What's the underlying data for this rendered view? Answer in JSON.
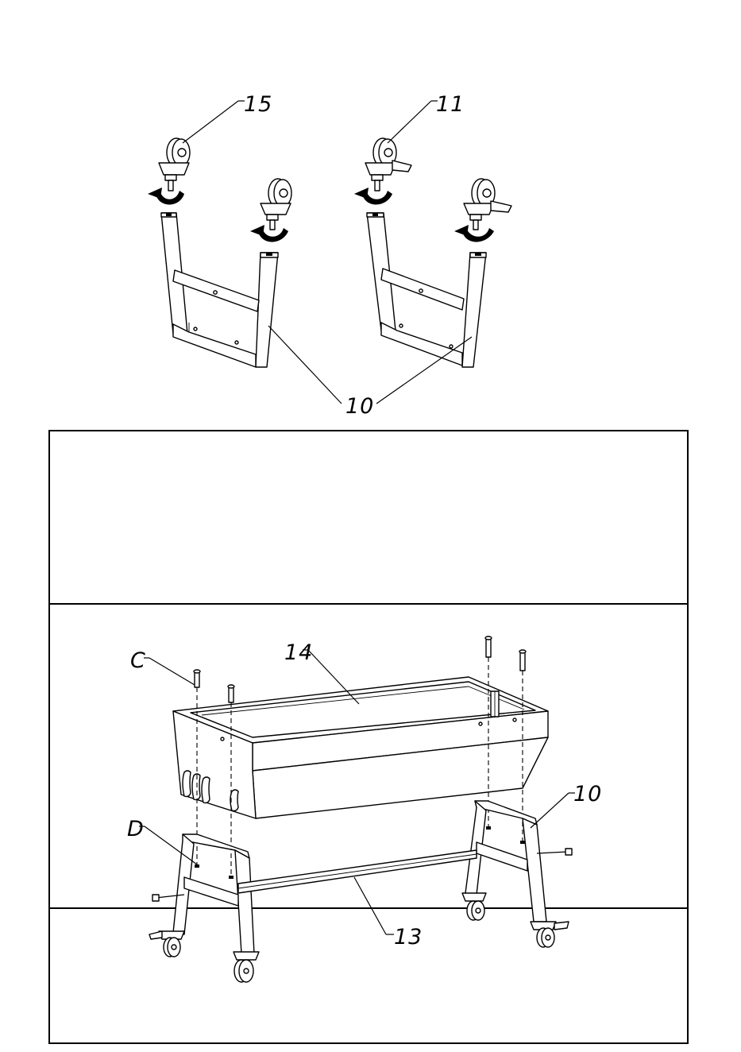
{
  "callouts": {
    "caster_locking": "15",
    "caster_braked": "11",
    "leg_frame_top": "10",
    "handle": "C",
    "nut": "D",
    "planter_box": "14",
    "leg_frame_bottom": "10",
    "crossbar": "13"
  },
  "colors": {
    "line": "#000000",
    "background": "#ffffff"
  }
}
